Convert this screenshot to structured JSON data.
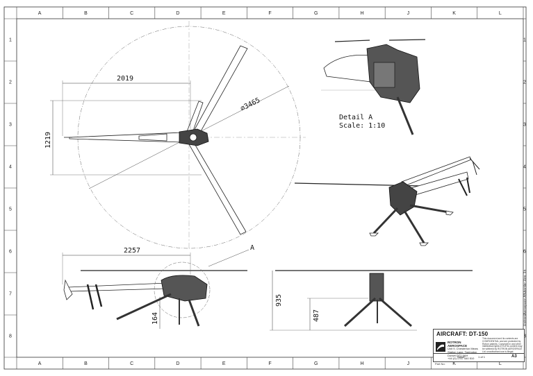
{
  "sheet": {
    "columns": [
      "A",
      "B",
      "C",
      "D",
      "E",
      "F",
      "G",
      "H",
      "J",
      "K",
      "L"
    ],
    "rows": [
      "1",
      "2",
      "3",
      "4",
      "5",
      "6",
      "7",
      "8"
    ]
  },
  "dimensions": {
    "top_length": "2019",
    "top_width": "1219",
    "rotor_diameter": "⌀3465",
    "side_length": "2257",
    "side_height": "164",
    "front_height": "935",
    "front_leg_height": "487"
  },
  "callout": "A",
  "detail": {
    "title": "Detail A",
    "scale": "Scale:  1:10"
  },
  "title_block": {
    "aircraft": "AIRCRAFT: DT-150",
    "company_name": "ROTRON AEROSPACE",
    "company_lines": [
      "Unit 9, Chesterton Mews",
      "Station Lane, Tarrington",
      "Dorset DT2 9AH",
      "+44 (0) 1747 440 510"
    ],
    "legal": "This document and its contents are CONFIDENTIAL and are protected by Rotron patents. Copyright in and other intellectual rights in it or its content may be withheld by ROTRON AEROSPACE Ltd. unauthorised use is illegal.",
    "sheet_label": "Sheet:",
    "sheet_value": "1 of 1",
    "size": "A3",
    "part_no": "Part No:"
  },
  "side_note": "Rotron Aerospace A3 border Rev. 1b"
}
